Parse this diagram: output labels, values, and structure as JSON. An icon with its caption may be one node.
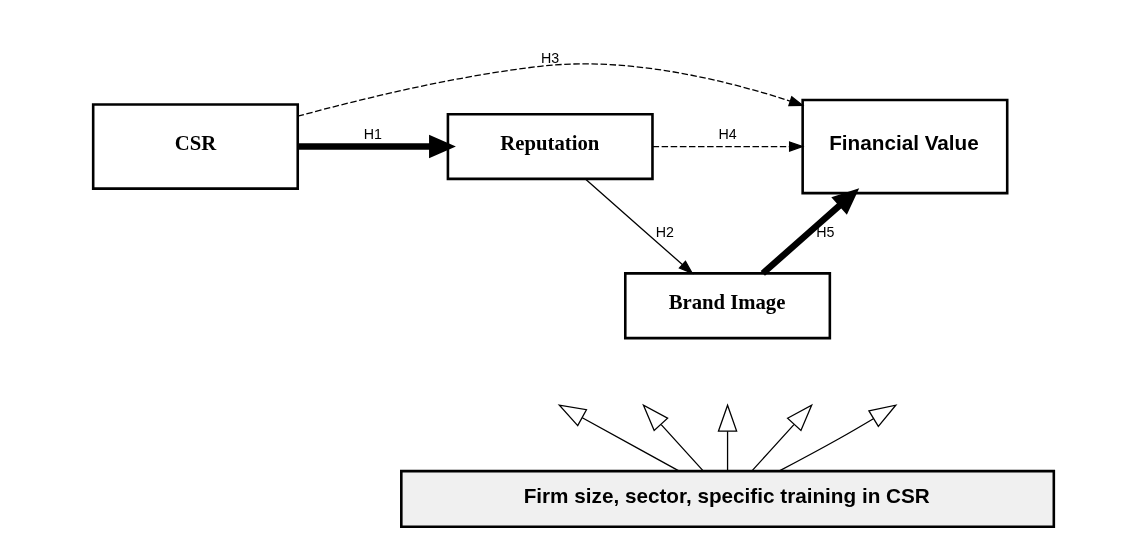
{
  "diagram": {
    "nodes": [
      {
        "text": [
          "CSR"
        ]
      },
      {
        "text": [
          "Reputation"
        ]
      },
      {
        "text": [
          "Financial Value"
        ]
      },
      {
        "text": [
          "Brand Image"
        ]
      },
      {
        "text": [
          "Firm size, sector, specific training in CSR"
        ]
      }
    ],
    "edges": [
      {
        "from": 0,
        "to": 1,
        "arrow": "to",
        "style": "thick",
        "label": "H1"
      },
      {
        "from": 1,
        "to": 3,
        "arrow": "to",
        "label": "H2"
      },
      {
        "from": 0,
        "to": 2,
        "arrow": "to",
        "style": "dashed",
        "label": "H3"
      },
      {
        "from": 1,
        "to": 2,
        "arrow": "to",
        "style": "dashed",
        "label": "H4"
      },
      {
        "from": 3,
        "to": 2,
        "arrow": "to",
        "style": "thick",
        "label": "H5"
      },
      {
        "from": 4,
        "to": null,
        "arrow": "to"
      },
      {
        "from": 4,
        "to": null,
        "arrow": "to"
      },
      {
        "from": 4,
        "to": null,
        "arrow": "to"
      },
      {
        "from": 4,
        "to": null,
        "arrow": "to"
      },
      {
        "from": 4,
        "to": null,
        "arrow": "to"
      }
    ]
  }
}
